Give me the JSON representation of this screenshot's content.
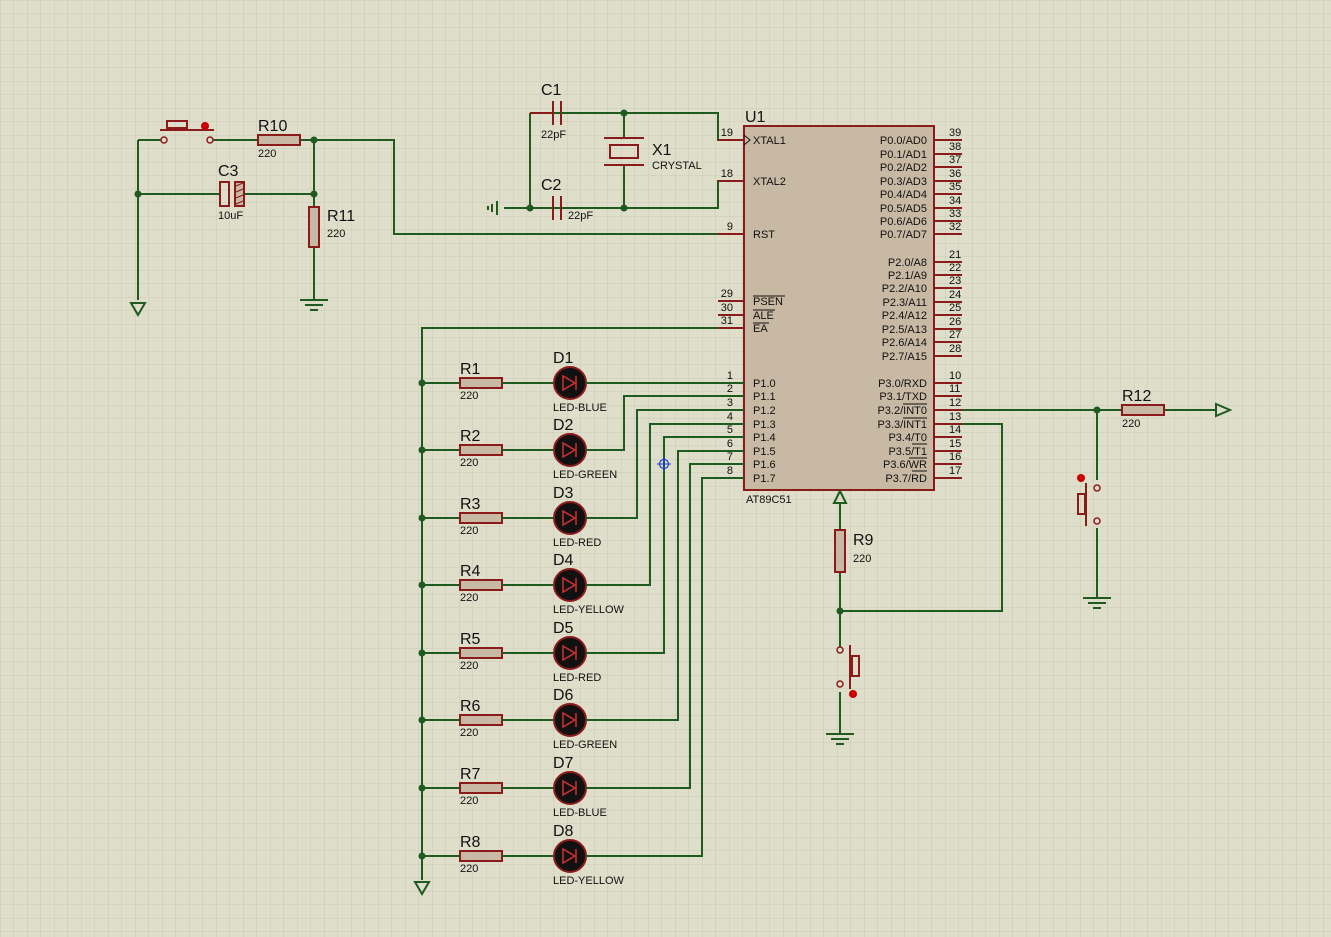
{
  "mcu": {
    "ref": "U1",
    "part": "AT89C51",
    "left_pins": [
      {
        "num": "19",
        "name": "XTAL1"
      },
      {
        "num": "18",
        "name": "XTAL2"
      },
      {
        "num": "9",
        "name": "RST"
      },
      {
        "num": "29",
        "name": "PSEN"
      },
      {
        "num": "30",
        "name": "ALE"
      },
      {
        "num": "31",
        "name": "EA"
      },
      {
        "num": "1",
        "name": "P1.0"
      },
      {
        "num": "2",
        "name": "P1.1"
      },
      {
        "num": "3",
        "name": "P1.2"
      },
      {
        "num": "4",
        "name": "P1.3"
      },
      {
        "num": "5",
        "name": "P1.4"
      },
      {
        "num": "6",
        "name": "P1.5"
      },
      {
        "num": "7",
        "name": "P1.6"
      },
      {
        "num": "8",
        "name": "P1.7"
      }
    ],
    "right_pins": [
      {
        "num": "39",
        "name": "P0.0/AD0"
      },
      {
        "num": "38",
        "name": "P0.1/AD1"
      },
      {
        "num": "37",
        "name": "P0.2/AD2"
      },
      {
        "num": "36",
        "name": "P0.3/AD3"
      },
      {
        "num": "35",
        "name": "P0.4/AD4"
      },
      {
        "num": "34",
        "name": "P0.5/AD5"
      },
      {
        "num": "33",
        "name": "P0.6/AD6"
      },
      {
        "num": "32",
        "name": "P0.7/AD7"
      },
      {
        "num": "21",
        "name": "P2.0/A8"
      },
      {
        "num": "22",
        "name": "P2.1/A9"
      },
      {
        "num": "23",
        "name": "P2.2/A10"
      },
      {
        "num": "24",
        "name": "P2.3/A11"
      },
      {
        "num": "25",
        "name": "P2.4/A12"
      },
      {
        "num": "26",
        "name": "P2.5/A13"
      },
      {
        "num": "27",
        "name": "P2.6/A14"
      },
      {
        "num": "28",
        "name": "P2.7/A15"
      },
      {
        "num": "10",
        "name": "P3.0/RXD"
      },
      {
        "num": "11",
        "name": "P3.1/TXD"
      },
      {
        "num": "12",
        "name": "P3.2/INT0"
      },
      {
        "num": "13",
        "name": "P3.3/INT1"
      },
      {
        "num": "14",
        "name": "P3.4/T0"
      },
      {
        "num": "15",
        "name": "P3.5/T1"
      },
      {
        "num": "16",
        "name": "P3.6/WR"
      },
      {
        "num": "17",
        "name": "P3.7/RD"
      }
    ]
  },
  "parts": {
    "C1": {
      "ref": "C1",
      "value": "22pF"
    },
    "C2": {
      "ref": "C2",
      "value": "22pF"
    },
    "C3": {
      "ref": "C3",
      "value": "10uF"
    },
    "X1": {
      "ref": "X1",
      "value": "CRYSTAL"
    },
    "R9": {
      "ref": "R9",
      "value": "220"
    },
    "R10": {
      "ref": "R10",
      "value": "220"
    },
    "R11": {
      "ref": "R11",
      "value": "220"
    },
    "R12": {
      "ref": "R12",
      "value": "220"
    }
  },
  "led_rows": [
    {
      "r_ref": "R1",
      "r_val": "220",
      "d_ref": "D1",
      "d_val": "LED-BLUE"
    },
    {
      "r_ref": "R2",
      "r_val": "220",
      "d_ref": "D2",
      "d_val": "LED-GREEN"
    },
    {
      "r_ref": "R3",
      "r_val": "220",
      "d_ref": "D3",
      "d_val": "LED-RED"
    },
    {
      "r_ref": "R4",
      "r_val": "220",
      "d_ref": "D4",
      "d_val": "LED-YELLOW"
    },
    {
      "r_ref": "R5",
      "r_val": "220",
      "d_ref": "D5",
      "d_val": "LED-RED"
    },
    {
      "r_ref": "R6",
      "r_val": "220",
      "d_ref": "D6",
      "d_val": "LED-GREEN"
    },
    {
      "r_ref": "R7",
      "r_val": "220",
      "d_ref": "D7",
      "d_val": "LED-BLUE"
    },
    {
      "r_ref": "R8",
      "r_val": "220",
      "d_ref": "D8",
      "d_val": "LED-YELLOW"
    }
  ],
  "colors": {
    "background": "#dedecb",
    "grid": "#c9c9b6",
    "wire": "#1f5a1f",
    "component": "#8b1a1a",
    "chip_fill": "#c8b9a4",
    "led_fill": "#111111"
  }
}
